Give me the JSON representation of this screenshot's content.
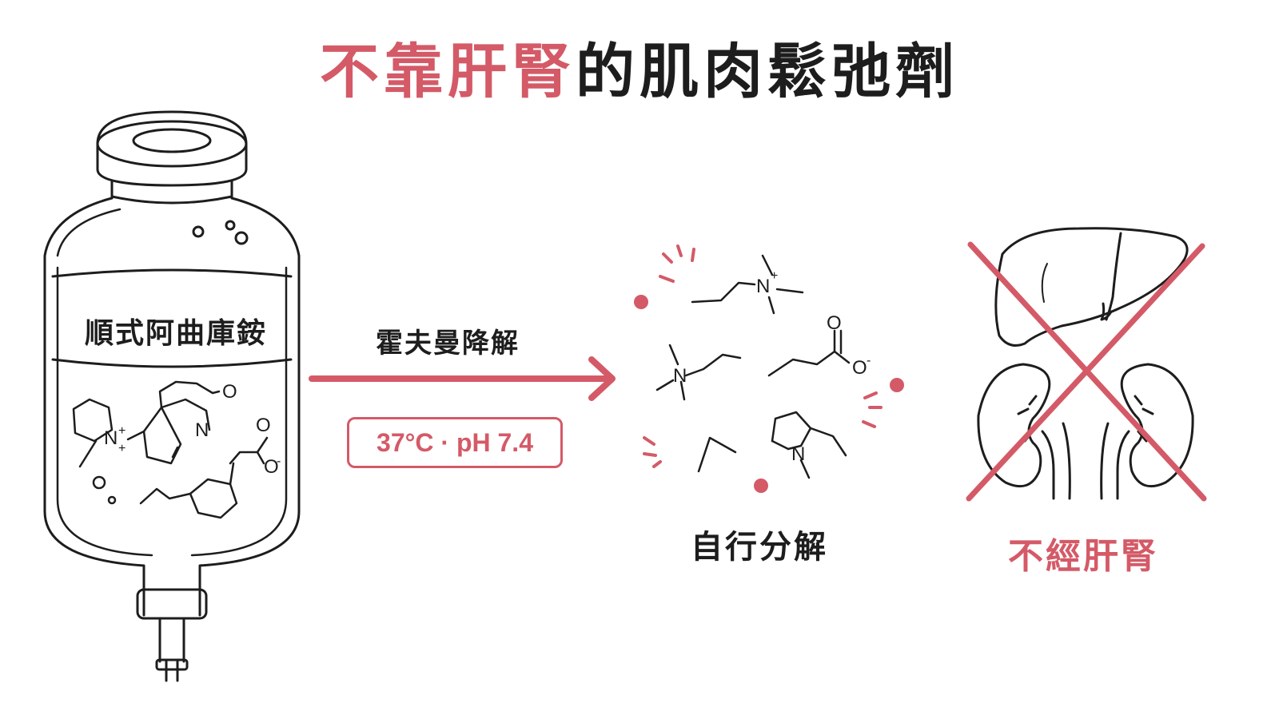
{
  "title": {
    "accent_part": "不靠肝腎",
    "dark_part": "的肌肉鬆弛劑"
  },
  "vial": {
    "label": "順式阿曲庫銨"
  },
  "process": {
    "label": "霍夫曼降解",
    "conditions": "37°C · pH 7.4"
  },
  "fragments": {
    "label": "自行分解"
  },
  "organs": {
    "label": "不經肝腎"
  },
  "chem": {
    "n": "N",
    "o": "O",
    "plus": "+",
    "minus": "-"
  },
  "colors": {
    "accent": "#d45a67",
    "ink": "#1d1d1d"
  }
}
